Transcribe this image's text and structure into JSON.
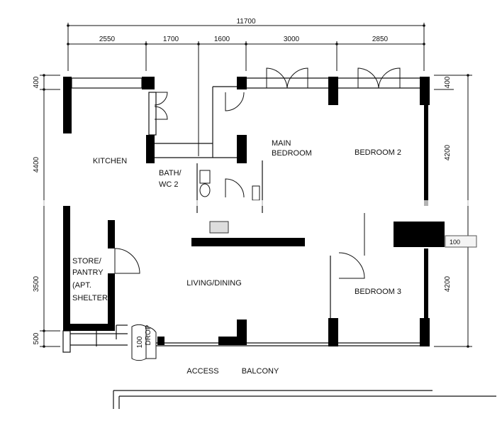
{
  "dimensions": {
    "overall_width": "11700",
    "top": [
      "2550",
      "1700",
      "1600",
      "3000",
      "2850"
    ],
    "left": [
      "400",
      "4400",
      "3500",
      "500"
    ],
    "right": [
      "400",
      "4200",
      "4200"
    ]
  },
  "rooms": {
    "kitchen": "KITCHEN",
    "bath_line1": "BATH/",
    "bath_line2": "WC 2",
    "main_bedroom_line1": "MAIN",
    "main_bedroom_line2": "BEDROOM",
    "bedroom2": "BEDROOM 2",
    "bedroom3": "BEDROOM 3",
    "store_line1": "STORE/",
    "store_line2": "PANTRY",
    "store_line3": "(APT.",
    "store_line4": "SHELTER)",
    "living": "LIVING/DINING"
  },
  "notes": {
    "drop_num": "100",
    "drop_word": "DROP",
    "right_drop": "100"
  },
  "outside": {
    "access": "ACCESS",
    "balcony": "BALCONY"
  }
}
